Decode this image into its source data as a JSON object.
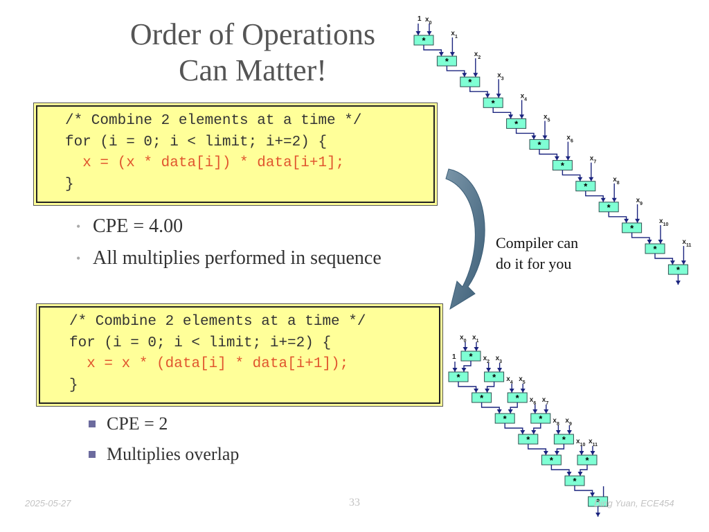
{
  "slide": {
    "title_line1": "Order of Operations",
    "title_line2": "Can Matter!",
    "code1": {
      "line1": "/* Combine 2 elements at a time */",
      "line2": "for (i = 0; i < limit; i+=2) {",
      "line3": "x = (x * data[i]) * data[i+1];",
      "line4": "}"
    },
    "bullets1": [
      "CPE = 4.00",
      "All multiplies performed in sequence"
    ],
    "compiler_note_line1": "Compiler can",
    "compiler_note_line2": "do it for you",
    "code2": {
      "line1": "/* Combine 2 elements at a time */",
      "line2": "for (i = 0; i < limit; i+=2) {",
      "line3": "x = x * (data[i] * data[i+1]);",
      "line4": "}"
    },
    "bullets2": [
      "CPE = 2",
      "Multiplies overlap"
    ],
    "footer": {
      "date": "2025-05-27",
      "page": "33",
      "author": "Ding Yuan, ECE454"
    }
  },
  "diagram_seq": {
    "initial": "1",
    "op_symbol": "*",
    "inputs": [
      "x0",
      "x1",
      "x2",
      "x3",
      "x4",
      "x5",
      "x6",
      "x7",
      "x8",
      "x9",
      "x10",
      "x11"
    ]
  },
  "diagram_tree": {
    "initial": "1",
    "op_symbol": "*",
    "inputs": [
      "x0",
      "x1",
      "x2",
      "x3",
      "x4",
      "x5",
      "x6",
      "x7",
      "x8",
      "x9",
      "x10",
      "x11"
    ]
  },
  "colors": {
    "code_bg": "#ffff99",
    "node_fill": "#7fffd4",
    "node_stroke": "#2f4f4f",
    "wire": "#1a237e",
    "code_red": "#e0552e",
    "bullet_square": "#6c6b9e"
  }
}
